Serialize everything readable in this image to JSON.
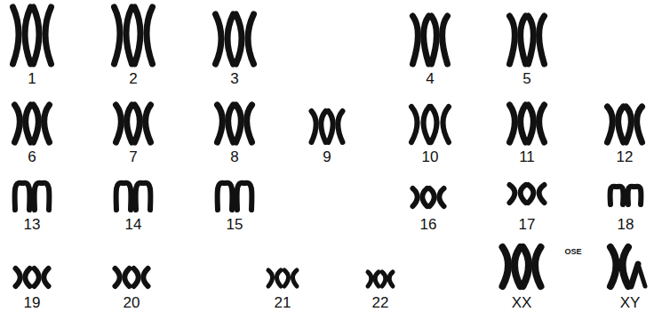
{
  "diagram": {
    "labels": [
      "1",
      "2",
      "3",
      "4",
      "5",
      "6",
      "7",
      "8",
      "9",
      "10",
      "11",
      "12",
      "13",
      "14",
      "15",
      "16",
      "17",
      "18",
      "19",
      "20",
      "21",
      "22",
      "XX",
      "OSE",
      "XY"
    ]
  }
}
